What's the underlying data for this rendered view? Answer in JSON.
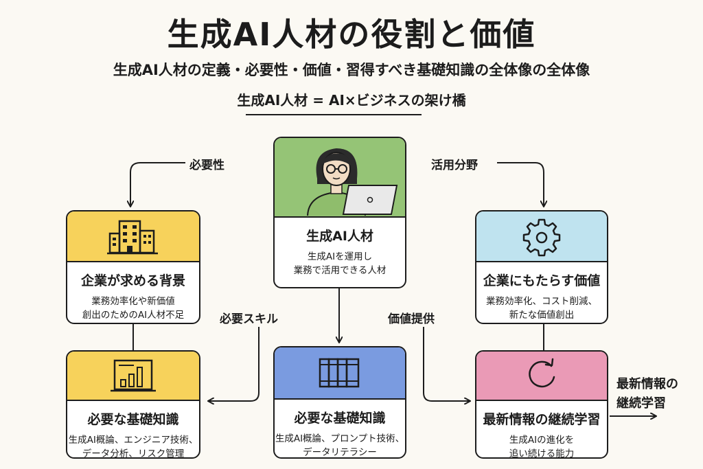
{
  "title": "生成AI人材の役割と価値",
  "subtitle": "生成AI人材の定義・必要性・価値・習得すべき基礎知識の全体像の全体像",
  "formula": "生成AI人材 = AI×ビジネスの架け橋",
  "colors": {
    "background": "#fbf9f3",
    "yellow": "#f7d25b",
    "green": "#95c476",
    "blue": "#7a9be0",
    "cyan": "#bfe3ef",
    "pink": "#ea9ab6"
  },
  "center": {
    "icon": "person-with-laptop-icon",
    "name": "生成AI人材",
    "desc": [
      "生成AIを運用し",
      "業務で活用できる人材"
    ]
  },
  "background": {
    "icon": "building-icon",
    "name": "企業が求める背景",
    "desc": [
      "業務効率化や新価値",
      "創出のためのAI人材不足"
    ]
  },
  "value": {
    "icon": "gear-icon",
    "name": "企業にもたらす価値",
    "desc": [
      "業務効率化、コスト削減、",
      "新たな価値創出"
    ]
  },
  "knowledge_left": {
    "icon": "bar-chart-icon",
    "name": "必要な基礎知識",
    "desc": [
      "生成AI概論、エンジニア技術、",
      "データ分析、リスク管理"
    ]
  },
  "knowledge_mid": {
    "icon": "books-icon",
    "name": "必要な基礎知識",
    "desc": [
      "生成AI概論、プロンプト技術、",
      "データリテラシー"
    ]
  },
  "learning": {
    "icon": "refresh-icon",
    "name": "最新情報の継続学習",
    "desc": [
      "生成AIの進化を",
      "追い続ける能力"
    ]
  },
  "labels": {
    "necessity": "必要性",
    "fields": "活用分野",
    "skills": "必要スキル",
    "value_provision": "価値提供",
    "continuous_learning": [
      "最新情報の",
      "継続学習"
    ]
  }
}
